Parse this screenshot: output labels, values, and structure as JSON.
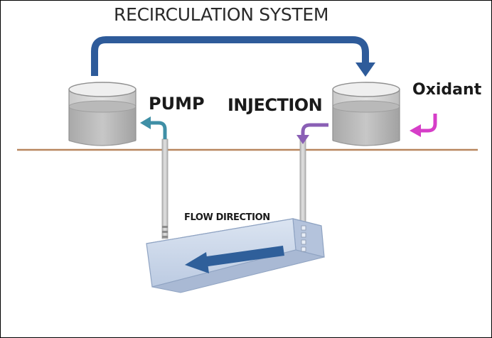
{
  "diagram": {
    "title": "RECIRCULATION SYSTEM",
    "labels": {
      "pump": "PUMP",
      "injection": "INJECTION",
      "oxidant": "Oxidant",
      "flow_direction": "FLOW DIRECTION"
    },
    "colors": {
      "recirculation_arrow": "#2e5b9a",
      "pump_arrow": "#3f8fa6",
      "injection_arrow": "#8a5fb5",
      "oxidant_arrow": "#d63ec8",
      "ground_line": "#b8865e",
      "flow_arrow": "#2f5f9a",
      "aquifer_box": "#c9d6ea"
    },
    "icons": {
      "tank": "cylindrical-tank-icon",
      "arrow": "curved-arrow-icon"
    }
  }
}
